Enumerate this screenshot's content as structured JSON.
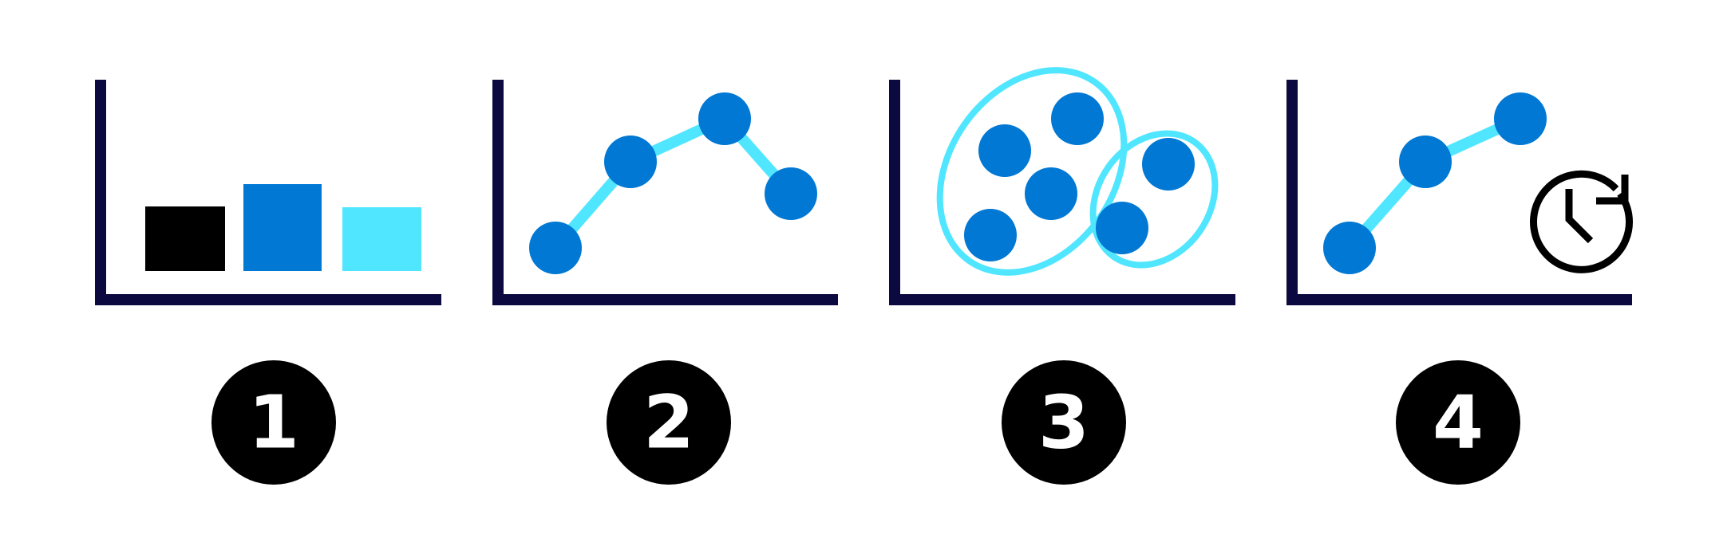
{
  "colors": {
    "axis": "#0b0940",
    "dark": "#000000",
    "primary": "#0078d4",
    "accent": "#50e6ff",
    "badge_text": "#ffffff"
  },
  "panels": [
    {
      "number": "1",
      "icon": "bar-chart-icon"
    },
    {
      "number": "2",
      "icon": "line-chart-icon"
    },
    {
      "number": "3",
      "icon": "cluster-chart-icon"
    },
    {
      "number": "4",
      "icon": "forecast-chart-icon"
    }
  ],
  "extra_icons": [
    "history-clock-icon"
  ]
}
